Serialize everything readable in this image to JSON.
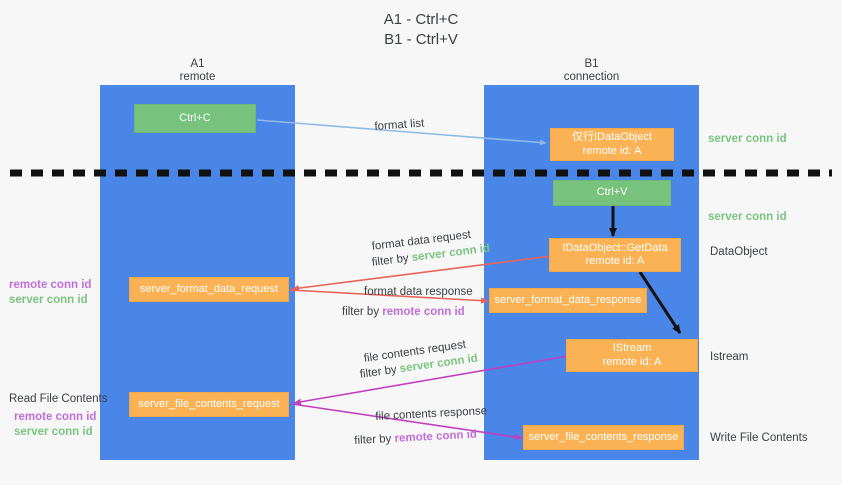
{
  "title": {
    "line1": "A1 - Ctrl+C",
    "line2": "B1 - Ctrl+V"
  },
  "colors": {
    "lane": "#4a86e8",
    "green_box": "#77c37d",
    "orange_box": "#fbb254",
    "server_conn_id": "#7bc47f",
    "remote_conn_id": "#c06fd8",
    "format_arrow": "#8fb9e8",
    "data_arrow": "#e8645a",
    "file_arrow": "#c040c0",
    "black_arrow": "#000000",
    "background": "#f7f7f7"
  },
  "lanes": [
    {
      "id": "a1",
      "title": "A1",
      "subtitle": "remote"
    },
    {
      "id": "b1",
      "title": "B1",
      "subtitle": "connection"
    }
  ],
  "nodes": [
    {
      "id": "ctrl-c",
      "label1": "Ctrl+C",
      "label2": "",
      "style": "green"
    },
    {
      "id": "idataobject",
      "label1": "仅行IDataObject",
      "label2": "remote id: A",
      "style": "orange"
    },
    {
      "id": "ctrl-v",
      "label1": "Ctrl+V",
      "label2": "",
      "style": "green"
    },
    {
      "id": "idataobject-getdata",
      "label1": "IDataObject::GetData",
      "label2": "remote id: A",
      "style": "orange"
    },
    {
      "id": "server-format-data-request",
      "label1": "server_format_data_request",
      "label2": "",
      "style": "orange"
    },
    {
      "id": "server-format-data-response",
      "label1": "server_format_data_response",
      "label2": "",
      "style": "orange"
    },
    {
      "id": "istream",
      "label1": "IStream",
      "label2": "remote id: A",
      "style": "orange"
    },
    {
      "id": "server-file-contents-request",
      "label1": "server_file_contents_request",
      "label2": "",
      "style": "orange"
    },
    {
      "id": "server-file-contents-response",
      "label1": "server_file_contents_response",
      "label2": "",
      "style": "orange"
    }
  ],
  "edge_labels": {
    "format_list": "format list",
    "format_data_request": "format data request",
    "format_data_response": "format data response",
    "file_contents_request": "file contents request",
    "file_contents_response": "file contents response",
    "filter_by": "filter by",
    "server_conn_id": "server conn id",
    "remote_conn_id": "remote conn id"
  },
  "side_labels": {
    "right_top_server_conn_id": "server conn id",
    "right_second_server_conn_id": "server conn id",
    "dataobject": "DataObject",
    "istream": "Istream",
    "write_file_contents": "Write File Contents",
    "read_file_contents": "Read File Contents",
    "left_remote_conn_id_1": "remote conn id",
    "left_server_conn_id_1": "server conn id",
    "left_remote_conn_id_2": "remote conn id",
    "left_server_conn_id_2": "server conn id"
  }
}
